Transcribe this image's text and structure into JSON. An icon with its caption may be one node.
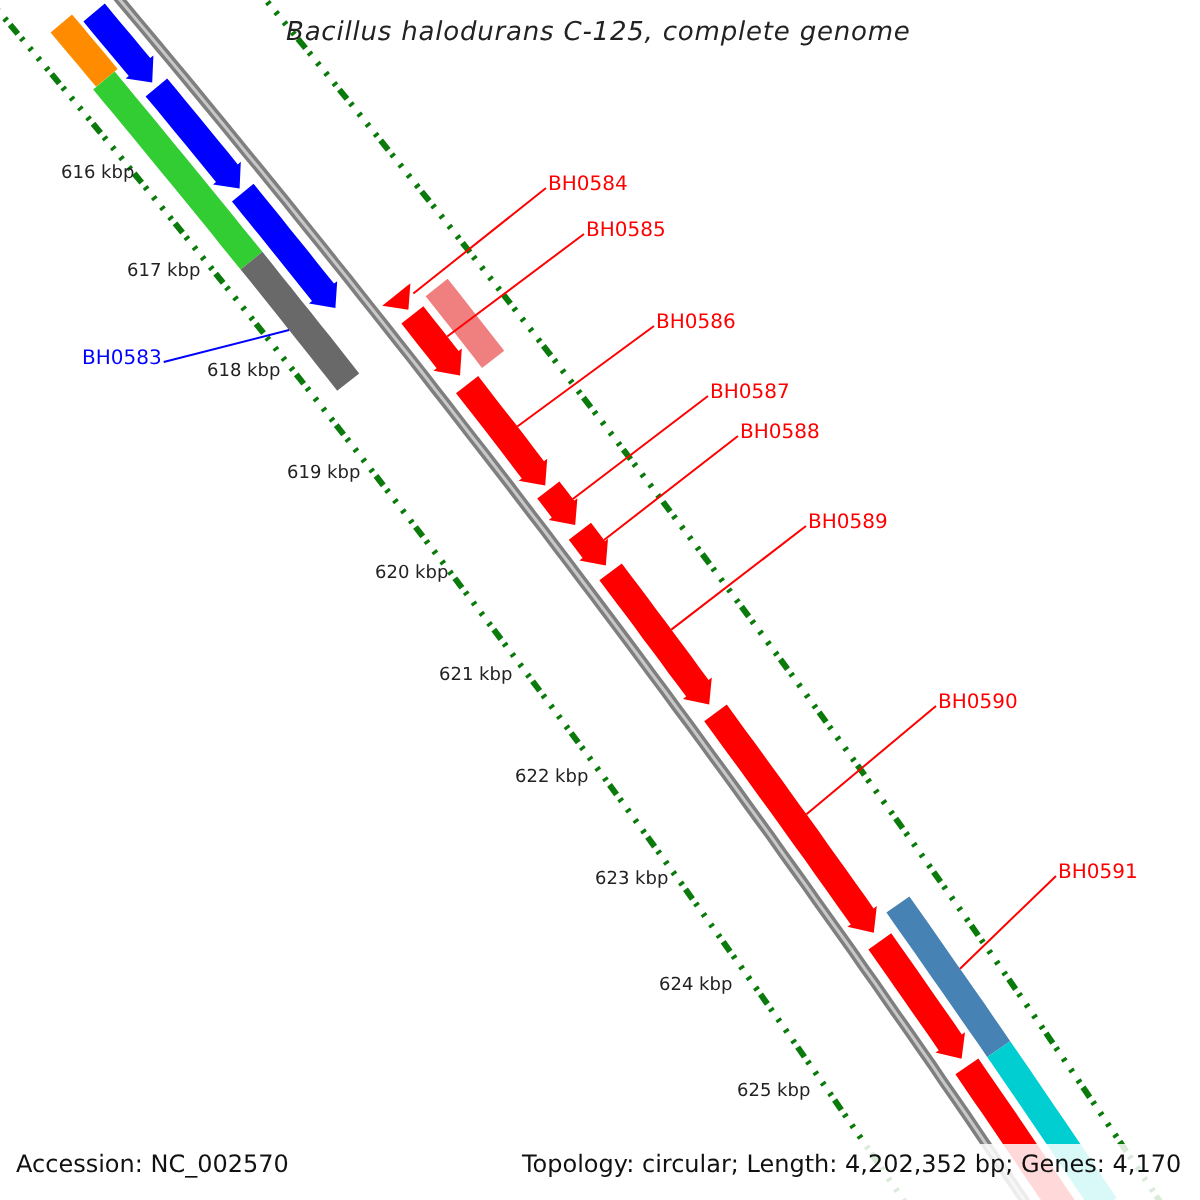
{
  "diagram": {
    "title": "Bacillus halodurans C-125, complete genome",
    "nodes": [
      {
        "text": [
          "BH0583"
        ]
      },
      {
        "text": [
          "BH0584"
        ]
      },
      {
        "text": [
          "BH0585"
        ]
      },
      {
        "text": [
          "BH0586"
        ]
      },
      {
        "text": [
          "BH0587"
        ]
      },
      {
        "text": [
          "BH0588"
        ]
      },
      {
        "text": [
          "BH0589"
        ]
      },
      {
        "text": [
          "BH0590"
        ]
      },
      {
        "text": [
          "BH0591"
        ]
      },
      {
        "text": [],
        "shape": "bar"
      },
      {
        "text": [],
        "shape": "pentagon"
      },
      {
        "text": [],
        "shape": "bar"
      },
      {
        "text": [],
        "shape": "pentagon"
      },
      {
        "text": [],
        "shape": "pentagon"
      },
      {
        "text": [],
        "shape": "bar"
      },
      {
        "text": [],
        "shape": "pentagon"
      },
      {
        "text": [],
        "shape": "bar"
      },
      {
        "text": [],
        "shape": "pentagon"
      },
      {
        "text": [],
        "shape": "pentagon"
      },
      {
        "text": [],
        "shape": "pentagon"
      },
      {
        "text": [],
        "shape": "pentagon"
      },
      {
        "text": [],
        "shape": "pentagon"
      },
      {
        "text": [],
        "shape": "pentagon"
      },
      {
        "text": [],
        "shape": "bar"
      },
      {
        "text": [],
        "shape": "pentagon"
      },
      {
        "text": [],
        "shape": "pentagon"
      },
      {
        "text": [],
        "shape": "bar"
      }
    ],
    "edges": [
      {
        "from": 0,
        "to": 14,
        "arrow": "none",
        "color": "#0000ff"
      },
      {
        "from": 1,
        "to": 15,
        "arrow": "none"
      },
      {
        "from": 2,
        "to": 17,
        "arrow": "none"
      },
      {
        "from": 3,
        "to": 18,
        "arrow": "none"
      },
      {
        "from": 4,
        "to": 19,
        "arrow": "none"
      },
      {
        "from": 5,
        "to": 20,
        "arrow": "none"
      },
      {
        "from": 6,
        "to": 21,
        "arrow": "none"
      },
      {
        "from": 7,
        "to": 22,
        "arrow": "none"
      },
      {
        "from": 8,
        "to": 23,
        "arrow": "none"
      }
    ],
    "labels": [
      "616 kbp",
      "617 kbp",
      "618 kbp",
      "619 kbp",
      "620 kbp",
      "621 kbp",
      "622 kbp",
      "623 kbp",
      "624 kbp",
      "625 kbp",
      "Accession: NC_002570",
      "Topology: circular; Length: 4,202,352 bp; Genes: 4,170"
    ]
  }
}
